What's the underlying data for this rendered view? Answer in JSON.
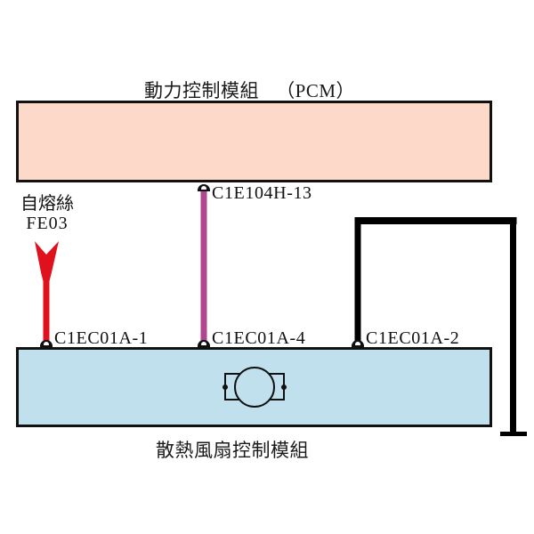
{
  "pcm_module": {
    "title": "動力控制模組",
    "abbr": "（PCM）",
    "fill_color": "#fcd9c8",
    "connector": "C1E104H-13"
  },
  "fan_module": {
    "title": "散熱風扇控制模組",
    "fill_color": "#c0e0ee",
    "symbol": "motor-icon",
    "connectors": [
      {
        "label": "C1EC01A-1",
        "wire_color": "#e0101c"
      },
      {
        "label": "C1EC01A-4",
        "wire_color": "#b0478e"
      },
      {
        "label": "C1EC01A-2",
        "wire_color": "#000000"
      }
    ]
  },
  "fuse": {
    "name": "自熔絲",
    "id": "FE03",
    "color": "#e0101c"
  },
  "wires": [
    {
      "from": "FE03",
      "to": "C1EC01A-1",
      "color": "#e0101c"
    },
    {
      "from": "C1E104H-13",
      "to": "C1EC01A-4",
      "color": "#b0478e"
    },
    {
      "from": "C1EC01A-2",
      "to": "ground",
      "color": "#000000"
    }
  ]
}
